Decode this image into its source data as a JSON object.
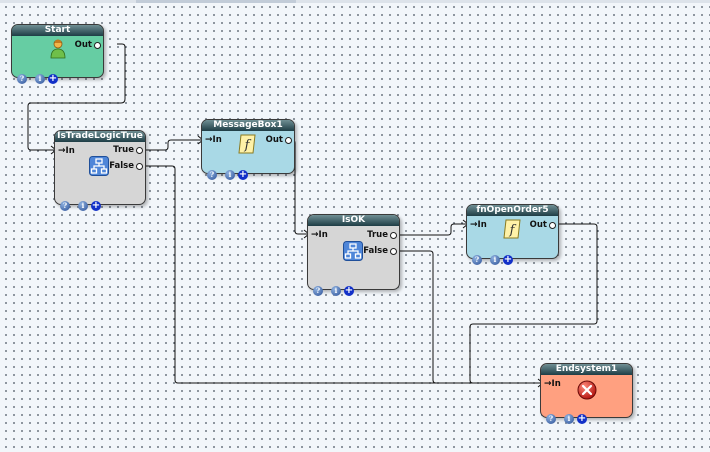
{
  "nodes": {
    "start": {
      "title": "Start",
      "out": "Out",
      "icon": "person-icon",
      "color": "#66cda3"
    },
    "is_trade_logic_true": {
      "title": "IsTradeLogicTrue",
      "in": "In",
      "true": "True",
      "false": "False",
      "icon": "branch-icon",
      "color": "#d6d6d6"
    },
    "message_box1": {
      "title": "MessageBox1",
      "in": "In",
      "out": "Out",
      "icon": "function-icon",
      "color": "#a9d9e6"
    },
    "is_ok": {
      "title": "IsOK",
      "in": "In",
      "true": "True",
      "false": "False",
      "icon": "branch-icon",
      "color": "#d6d6d6"
    },
    "fn_open_order5": {
      "title": "fnOpenOrder5",
      "in": "In",
      "out": "Out",
      "icon": "function-icon",
      "color": "#a9d9e6"
    },
    "endsystem1": {
      "title": "Endsystem1",
      "in": "In",
      "icon": "stop-x-icon",
      "color": "#ffa080"
    }
  },
  "node_buttons": {
    "help": "?",
    "info": "i",
    "add": "+"
  },
  "colors": {
    "wire": "#111111",
    "canvas": "#f2f6fa",
    "grid_dot": "#5a6470",
    "title_bar": "#1e3d45"
  }
}
